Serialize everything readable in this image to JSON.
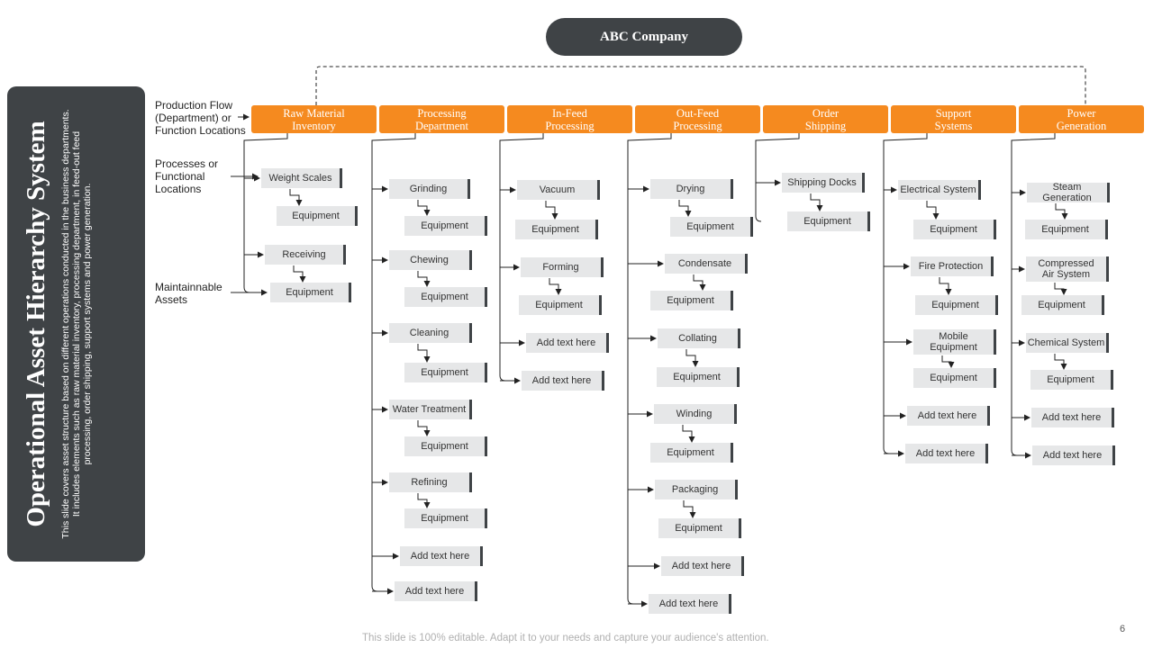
{
  "company": "ABC Company",
  "sidebar": {
    "title": "Operational Asset Hierarchy System",
    "description": "This slide covers asset structure based on different operations conducted in the business departments. It includes elements such as raw material inventory, processing department, in feed-out feed processing, order shipping, support systems and power generation."
  },
  "levels": {
    "production_flow": "Production Flow (Department) or Function Locations",
    "processes": "Processes or Functional Locations",
    "maintainable": "Maintainnable Assets"
  },
  "departments": [
    {
      "label": "Raw Material\nInventory",
      "items": [
        "Weight Scales",
        "Equipment",
        "Receiving",
        "Equipment"
      ]
    },
    {
      "label": "Processing\nDepartment",
      "items": [
        "Grinding",
        "Equipment",
        "Chewing",
        "Equipment",
        "Cleaning",
        "Equipment",
        "Water Treatment",
        "Equipment",
        "Refining",
        "Equipment",
        "Add text here",
        "Add text here"
      ]
    },
    {
      "label": "In-Feed\nProcessing",
      "items": [
        "Vacuum",
        "Equipment",
        "Forming",
        "Equipment",
        "Add text here",
        "Add text here"
      ]
    },
    {
      "label": "Out-Feed\nProcessing",
      "items": [
        "Drying",
        "Equipment",
        "Condensate",
        "Equipment",
        "Collating",
        "Equipment",
        "Winding",
        "Equipment",
        "Packaging",
        "Equipment",
        "Add text here",
        "Add text here"
      ]
    },
    {
      "label": "Order\nShipping",
      "items": [
        "Shipping Docks",
        "Equipment"
      ]
    },
    {
      "label": "Support\nSystems",
      "items": [
        "Electrical System",
        "Equipment",
        "Fire Protection",
        "Equipment",
        "Mobile\nEquipment",
        "Equipment",
        "Add text here",
        "Add text here"
      ]
    },
    {
      "label": "Power\nGeneration",
      "items": [
        "Steam Generation",
        "Equipment",
        "Compressed\nAir System",
        "Equipment",
        "Chemical System",
        "Equipment",
        "Add text here",
        "Add text here"
      ]
    }
  ],
  "colors": {
    "accent": "#f58a1f",
    "dark": "#3f4346",
    "node_bg": "#e6e7e8"
  },
  "page_number": "6",
  "footer": "This slide is 100% editable. Adapt it to your needs and capture your audience's attention."
}
